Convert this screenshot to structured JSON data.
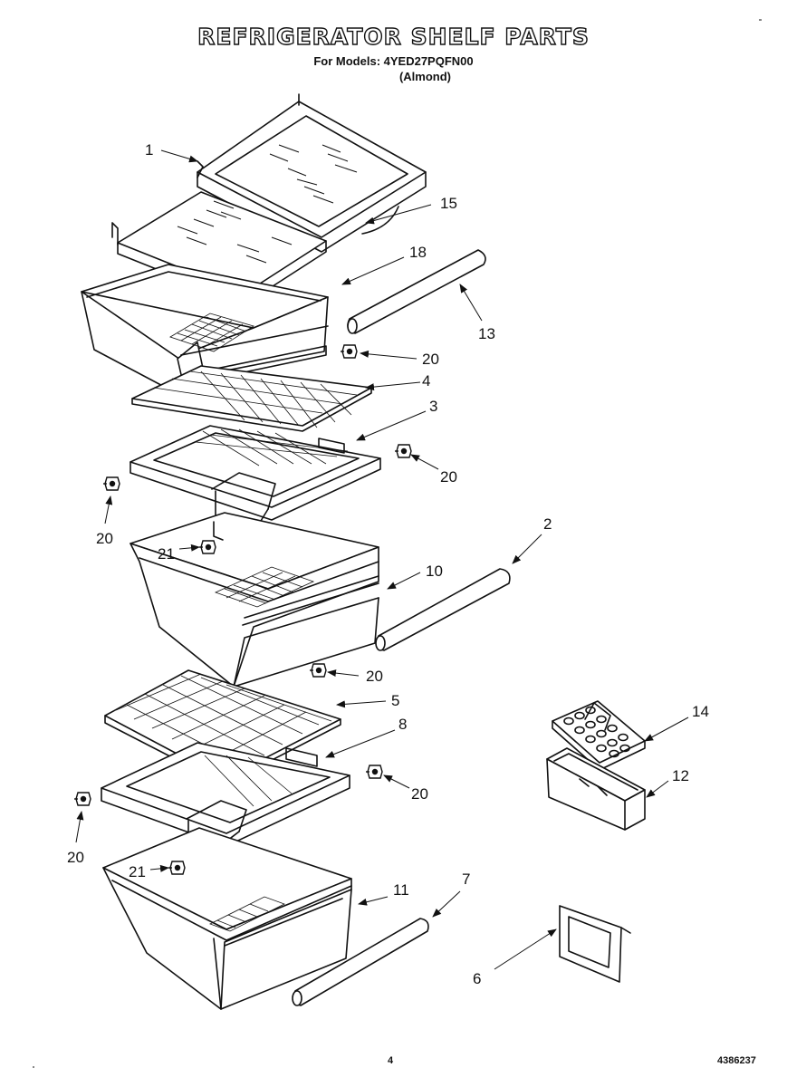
{
  "header": {
    "title": "REFRIGERATOR SHELF PARTS",
    "models_line": "For Models: 4YED27PQFN00",
    "color_line": "(Almond)"
  },
  "footer": {
    "page_number": "4",
    "document_number": "4386237"
  },
  "callouts": {
    "c1": "1",
    "c15": "15",
    "c18": "18",
    "c13": "13",
    "c20a": "20",
    "c4": "4",
    "c3": "3",
    "c20b": "20",
    "c20c": "20",
    "c21a": "21",
    "c2": "2",
    "c10": "10",
    "c20d": "20",
    "c5": "5",
    "c8": "8",
    "c20e": "20",
    "c20f": "20",
    "c21b": "21",
    "c11": "11",
    "c7": "7",
    "c14": "14",
    "c12": "12",
    "c6": "6"
  }
}
